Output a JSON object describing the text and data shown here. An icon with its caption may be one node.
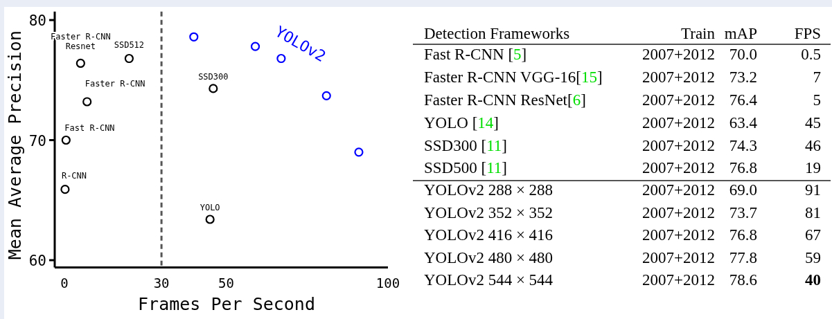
{
  "diagram": {
    "labels": [
      "Detection Frameworks",
      "Train",
      "mAP",
      "FPS",
      "Fast R-CNN [5]",
      "2007+2012",
      "70.0",
      "0.5",
      "Faster R-CNN VGG-16[15]",
      "2007+2012",
      "73.2",
      "7",
      "Faster R-CNN ResNet[6]",
      "2007+2012",
      "76.4",
      "5",
      "YOLO [14]",
      "2007+2012",
      "63.4",
      "45",
      "SSD300 [11]",
      "2007+2012",
      "74.3",
      "46",
      "SSD500 [11]",
      "2007+2012",
      "76.8",
      "19",
      "YOLOv2 288 × 288",
      "2007+2012",
      "69.0",
      "91",
      "YOLOv2 352 × 352",
      "2007+2012",
      "73.7",
      "81",
      "YOLOv2 416 × 416",
      "2007+2012",
      "76.8",
      "67",
      "YOLOv2 480 × 480",
      "2007+2012",
      "77.8",
      "59",
      "YOLOv2 544 × 544",
      "2007+2012",
      "78.6",
      "40"
    ],
    "chart_data": {
      "type": "scatter",
      "xlabel": "Frames Per Second",
      "ylabel": "Mean Average Precision",
      "xlim": [
        -3,
        100
      ],
      "ylim": [
        59.4,
        80.7
      ],
      "xticks": [
        0,
        30,
        50,
        100
      ],
      "yticks": [
        60,
        70,
        80
      ],
      "series": [
        {
          "color": "#000000",
          "x": [
            0.2,
            0.5,
            7,
            5,
            20,
            46,
            45
          ],
          "values": [
            65.9,
            70.0,
            73.2,
            76.4,
            76.8,
            74.3,
            63.4
          ]
        },
        {
          "name": "YOLOv2",
          "color": "#0000ff",
          "x": [
            40,
            59,
            67,
            81,
            91
          ],
          "values": [
            78.6,
            77.8,
            76.8,
            73.7,
            69.0
          ]
        }
      ],
      "ref_lines": [
        {
          "axis": "x",
          "value": 30
        }
      ],
      "annotations": [
        "R-CNN",
        "Fast R-CNN",
        "Faster R-CNN",
        "Faster R-CNN Resnet",
        "SSD512",
        "SSD300",
        "YOLO"
      ]
    }
  }
}
